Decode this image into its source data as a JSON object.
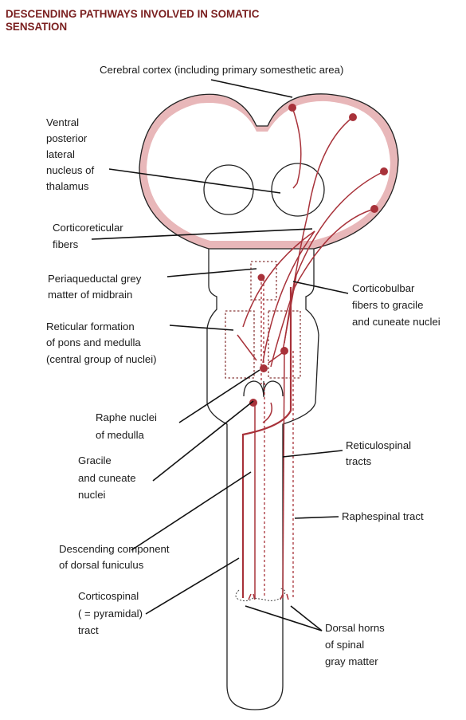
{
  "title_line1": "DESCENDING PATHWAYS INVOLVED IN SOMATIC",
  "title_line2": "SENSATION",
  "labels": {
    "cortex": "Cerebral cortex (including primary somesthetic area)",
    "vpl": [
      "Ventral",
      "posterior",
      "lateral",
      "nucleus of",
      "thalamus"
    ],
    "corticoreticular": [
      "Corticoreticular",
      "fibers"
    ],
    "pag": [
      "Periaqueductal grey",
      "matter of midbrain"
    ],
    "reticular": [
      "Reticular formation",
      "of pons and medulla",
      "(central group of nuclei)"
    ],
    "raphe": [
      "Raphe nuclei",
      "of medulla"
    ],
    "gracile": [
      "Gracile",
      "and cuneate",
      "nuclei"
    ],
    "descending": [
      "Descending component",
      "of dorsal funiculus"
    ],
    "corticospinal": [
      "Corticospinal",
      "( = pyramidal)",
      "tract"
    ],
    "corticobulbar": [
      "Corticobulbar",
      "fibers to gracile",
      "and cuneate nuclei"
    ],
    "reticulospinal": [
      "Reticulospinal",
      "tracts"
    ],
    "raphespinal": "Raphespinal tract",
    "dorsal_horns": [
      "Dorsal horns",
      "of spinal",
      "gray matter"
    ]
  },
  "colors": {
    "pathway": "#a8323a",
    "cortex_band": "#e8b7b9",
    "title": "#7a1f1f"
  }
}
